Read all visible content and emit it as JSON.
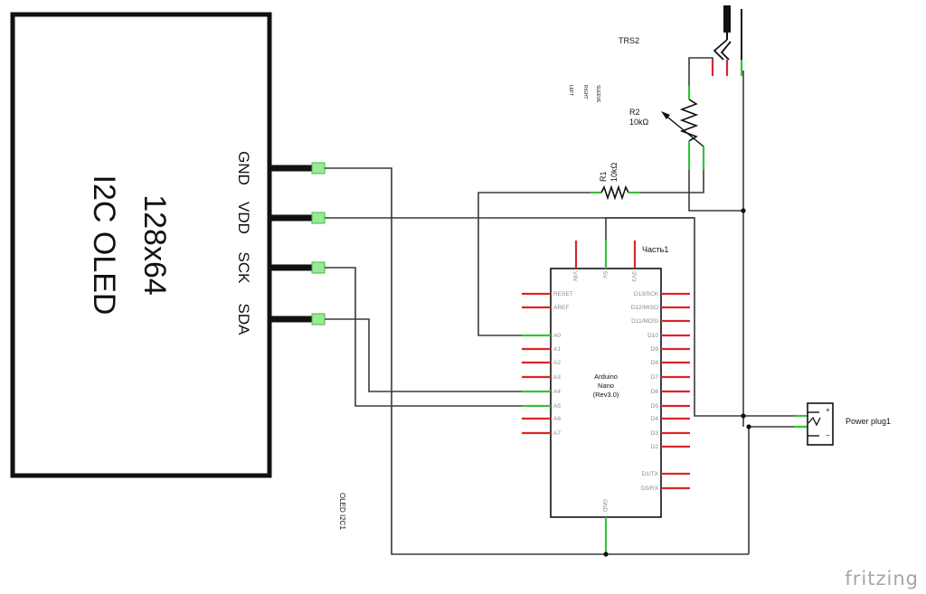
{
  "oled": {
    "title_line1": "128x64",
    "title_line2": "I2C OLED",
    "pins": [
      "GND",
      "VDD",
      "SCK",
      "SDA"
    ],
    "part_label": "OLED I2C1"
  },
  "trs": {
    "label": "TRS2",
    "contacts": [
      "SLEEVE",
      "RIGHT",
      "LEFT"
    ]
  },
  "r2": {
    "name": "R2",
    "value": "10kΩ"
  },
  "r1": {
    "name": "R1",
    "value": "10kΩ"
  },
  "arduino": {
    "part": "Часть1",
    "name_line1": "Arduino",
    "name_line2": "Nano",
    "name_line3": "(Rev3.0)",
    "top_pins": [
      "VIN",
      "5V",
      "3V3"
    ],
    "left_pins": [
      "RESET",
      "AREF",
      "A0",
      "A1",
      "A2",
      "A3",
      "A4",
      "A5",
      "A6",
      "A7"
    ],
    "right_pins": [
      "D13/SCK",
      "D12/MISO",
      "D11/MOSI",
      "D10",
      "D9",
      "D8",
      "D7",
      "D6",
      "D5",
      "D4",
      "D3",
      "D2",
      "D1/TX",
      "D0/RX"
    ],
    "bottom_pin": "GND"
  },
  "power": {
    "label": "Power plug1",
    "plus": "+",
    "minus": "−"
  },
  "brand": "fritzing"
}
